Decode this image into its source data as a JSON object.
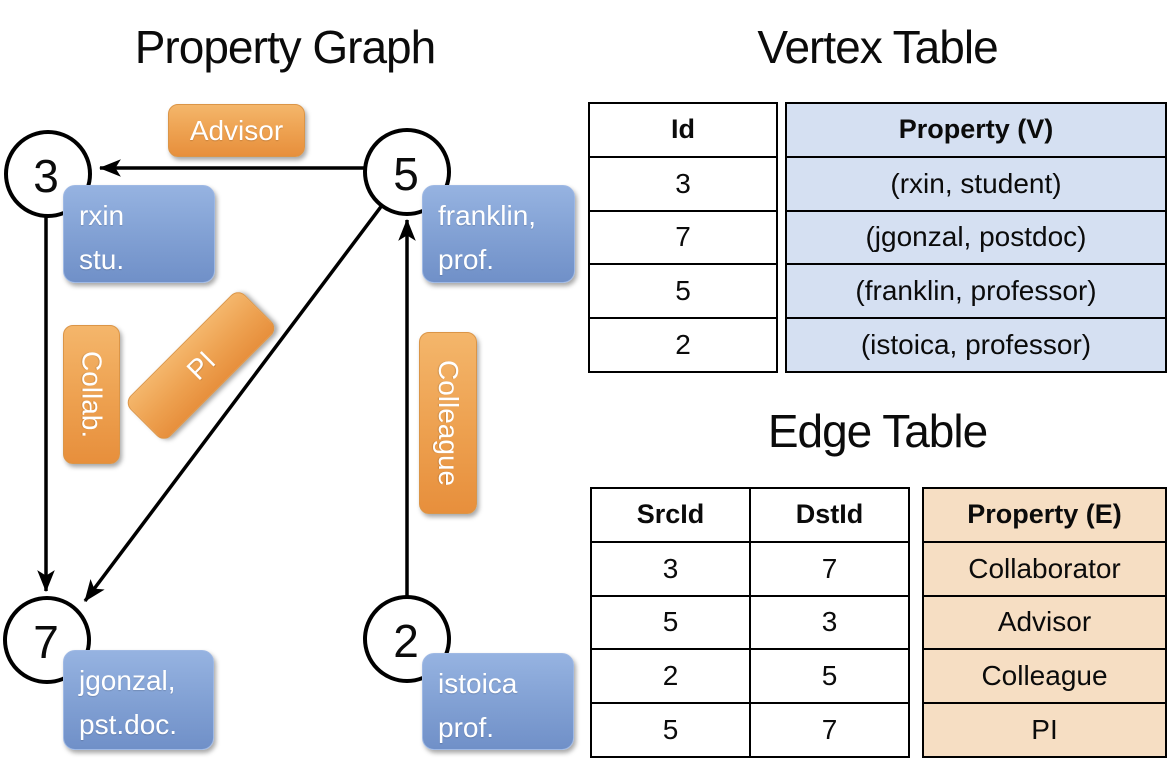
{
  "graph": {
    "title": "Property Graph",
    "nodes": [
      {
        "id": "3",
        "property": [
          "rxin",
          "stu."
        ]
      },
      {
        "id": "5",
        "property": [
          "franklin,",
          "prof."
        ]
      },
      {
        "id": "7",
        "property": [
          "jgonzal,",
          "pst.doc."
        ]
      },
      {
        "id": "2",
        "property": [
          "istoica",
          "prof."
        ]
      }
    ],
    "edge_labels": {
      "advisor": "Advisor",
      "collab": "Collab.",
      "pi": "PI",
      "colleague": "Colleague"
    }
  },
  "vertex_table": {
    "title": "Vertex Table",
    "headers": {
      "id": "Id",
      "property": "Property (V)"
    },
    "rows": [
      {
        "id": "3",
        "property": "(rxin, student)"
      },
      {
        "id": "7",
        "property": "(jgonzal, postdoc)"
      },
      {
        "id": "5",
        "property": "(franklin, professor)"
      },
      {
        "id": "2",
        "property": "(istoica, professor)"
      }
    ]
  },
  "edge_table": {
    "title": "Edge Table",
    "headers": {
      "src": "SrcId",
      "dst": "DstId",
      "property": "Property (E)"
    },
    "rows": [
      {
        "src": "3",
        "dst": "7",
        "property": "Collaborator"
      },
      {
        "src": "5",
        "dst": "3",
        "property": "Advisor"
      },
      {
        "src": "2",
        "dst": "5",
        "property": "Colleague"
      },
      {
        "src": "5",
        "dst": "7",
        "property": "PI"
      }
    ]
  },
  "colors": {
    "edge_label_box_top": "#F4B66B",
    "edge_label_box_bottom": "#E78F3C",
    "vertex_property_box_top": "#96B3E1",
    "vertex_property_box_bottom": "#7090C8",
    "vertex_table_property_bg": "#D5E0F2",
    "edge_table_property_bg": "#F6DEC3",
    "line_color": "#000000"
  }
}
